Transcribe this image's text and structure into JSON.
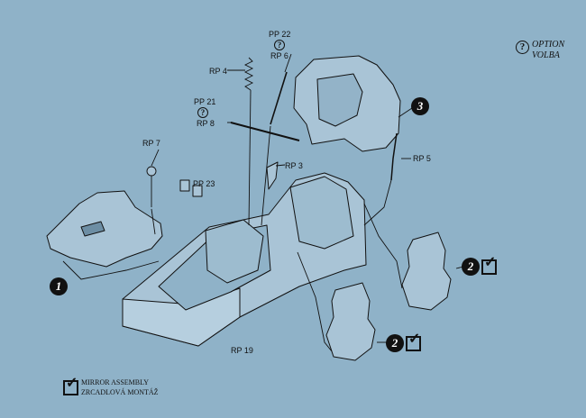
{
  "option_legend": {
    "icon": "question-circle-icon",
    "line1": "OPTION",
    "line2": "VOLBA"
  },
  "parts": {
    "rp4": "RP 4",
    "rp6": "RP 6",
    "pp22": "PP 22",
    "rp8": "RP 8",
    "pp21": "PP 21",
    "rp7": "RP 7",
    "pp23": "PP 23",
    "rp3": "RP 3",
    "rp5": "RP 5",
    "rp19": "RP 19"
  },
  "steps": {
    "s1": "1",
    "s2a": "2",
    "s2b": "2",
    "s3": "3"
  },
  "mirror": {
    "icon": "checkbox-checked-icon",
    "line1": "MIRROR  ASSEMBLY",
    "line2": "ZRCADLOVÁ MONTÁŽ"
  },
  "colors": {
    "background": "#8fb2c8",
    "ink": "#111111",
    "part_fill": "#a9c4d6"
  }
}
